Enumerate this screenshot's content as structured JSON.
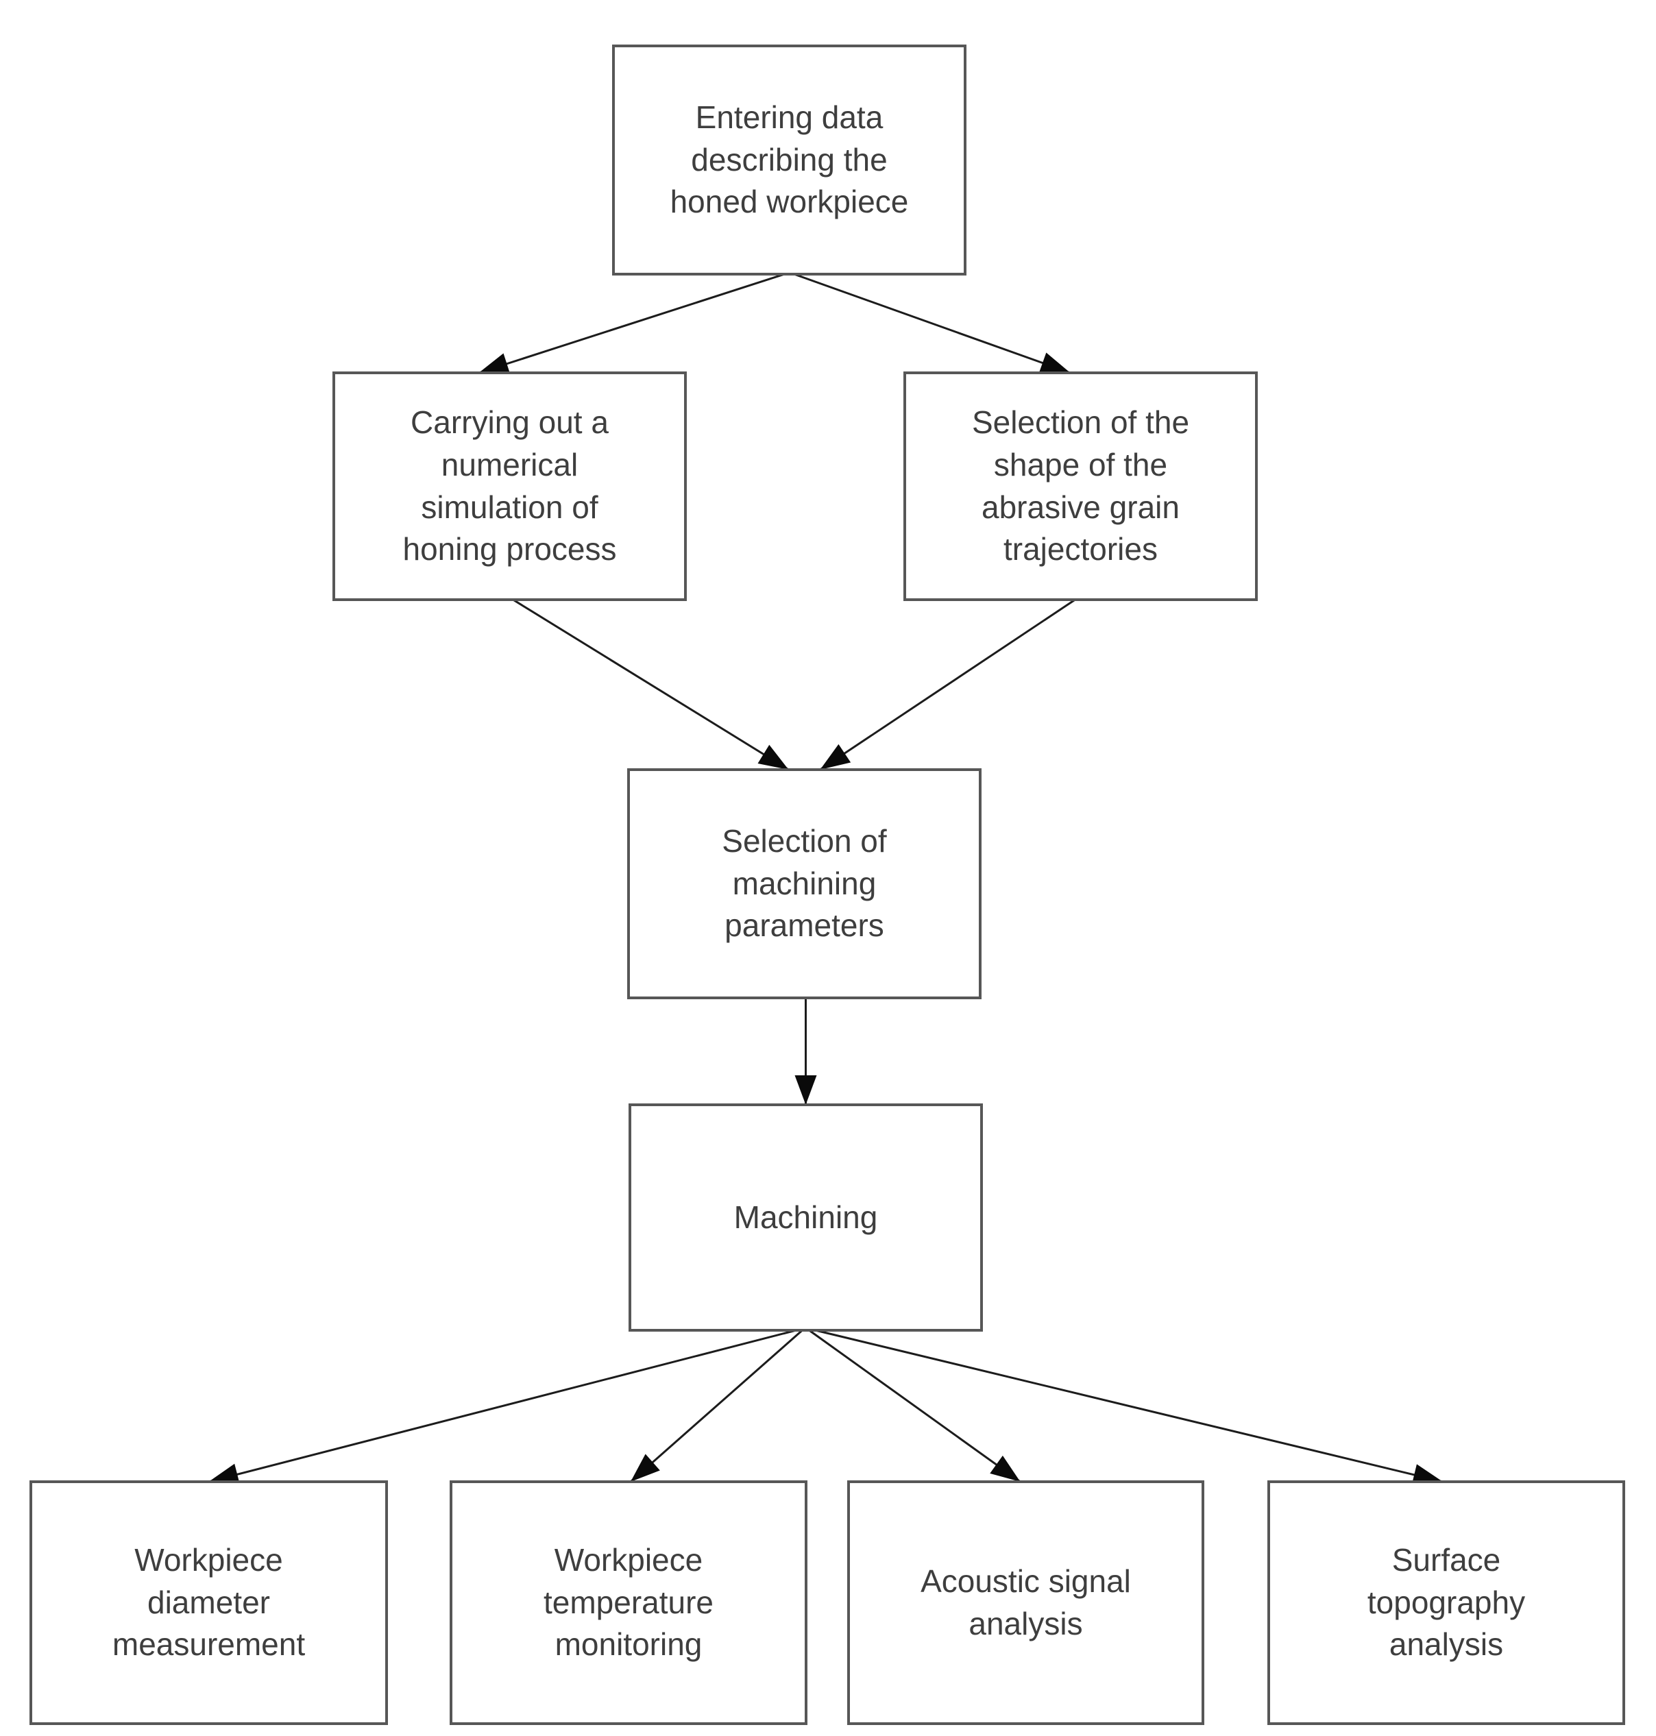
{
  "diagram": {
    "type": "flowchart",
    "colors": {
      "background": "#ffffff",
      "box_fill": "#ffffff",
      "box_border": "#575757",
      "text": "#3e3e3e",
      "arrow": "#1c1c1c",
      "arrowhead": "#0a0a0a"
    },
    "nodes": {
      "entering_data": {
        "label": "Entering data\ndescribing the\nhoned workpiece"
      },
      "carrying_out_simulation": {
        "label": "Carrying out a\nnumerical\nsimulation of\nhoning process"
      },
      "selection_shape": {
        "label": "Selection of the\nshape of the\nabrasive grain\ntrajectories"
      },
      "selection_params": {
        "label": "Selection of\nmachining\nparameters"
      },
      "machining": {
        "label": "Machining"
      },
      "workpiece_diameter": {
        "label": "Workpiece\ndiameter\nmeasurement"
      },
      "workpiece_temperature": {
        "label": "Workpiece\ntemperature\nmonitoring"
      },
      "acoustic_signal": {
        "label": "Acoustic signal\nanalysis"
      },
      "surface_topography": {
        "label": "Surface\ntopography\nanalysis"
      }
    },
    "edges": [
      {
        "from": "entering_data",
        "to": "carrying_out_simulation"
      },
      {
        "from": "entering_data",
        "to": "selection_shape"
      },
      {
        "from": "carrying_out_simulation",
        "to": "selection_params"
      },
      {
        "from": "selection_shape",
        "to": "selection_params"
      },
      {
        "from": "selection_params",
        "to": "machining"
      },
      {
        "from": "machining",
        "to": "workpiece_diameter"
      },
      {
        "from": "machining",
        "to": "workpiece_temperature"
      },
      {
        "from": "machining",
        "to": "acoustic_signal"
      },
      {
        "from": "machining",
        "to": "surface_topography"
      }
    ]
  }
}
